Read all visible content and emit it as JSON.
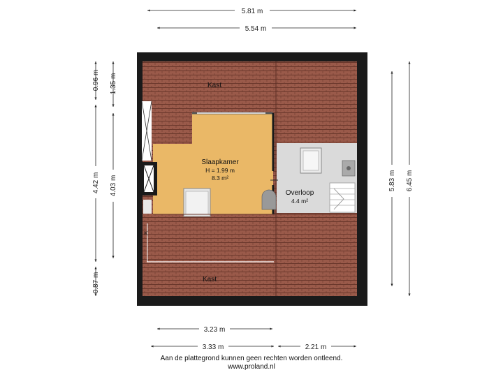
{
  "rooms": {
    "kast_top": "Kast",
    "kast_bottom": "Kast",
    "slaapkamer_name": "Slaapkamer",
    "slaapkamer_height": "H = 1.99 m",
    "slaapkamer_area": "8.3 m²",
    "overloop_name": "Overloop",
    "overloop_area": "4.4 m²",
    "k_label": "K"
  },
  "dimensions": {
    "top_outer": "5.81 m",
    "top_inner": "5.54 m",
    "left_1": "0.96 m",
    "left_2": "4.42 m",
    "left_3": "0.87 m",
    "left_inner_1": "1.35 m",
    "left_inner_2": "4.03 m",
    "right_inner": "5.83 m",
    "right_outer": "6.45 m",
    "bottom_1": "3.23 m",
    "bottom_2": "3.33 m",
    "bottom_3": "2.21 m"
  },
  "footer": {
    "line1": "Aan de plattegrond kunnen geen rechten worden ontleend.",
    "line2": "www.proland.nl"
  },
  "colors": {
    "wall": "#1a1a1a",
    "roof": "#9a5a4a",
    "roof_line": "#6e3a2e",
    "bedroom": "#eab867",
    "landing": "#dadada"
  }
}
